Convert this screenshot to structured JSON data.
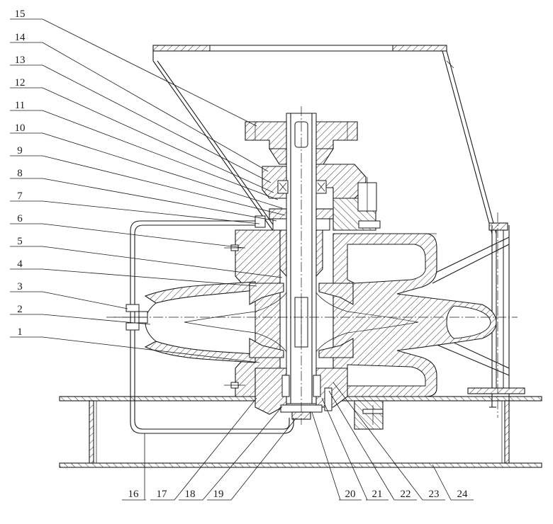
{
  "figure": {
    "description_role": "pump-assembly-section",
    "label_color": "#1a1a1a",
    "left_labels": [
      "15",
      "14",
      "13",
      "12",
      "11",
      "10",
      "9",
      "8",
      "7",
      "6",
      "5",
      "4",
      "3",
      "2",
      "1"
    ],
    "bottom_labels": [
      "16",
      "17",
      "18",
      "19",
      "20",
      "21",
      "22",
      "23",
      "24"
    ]
  }
}
